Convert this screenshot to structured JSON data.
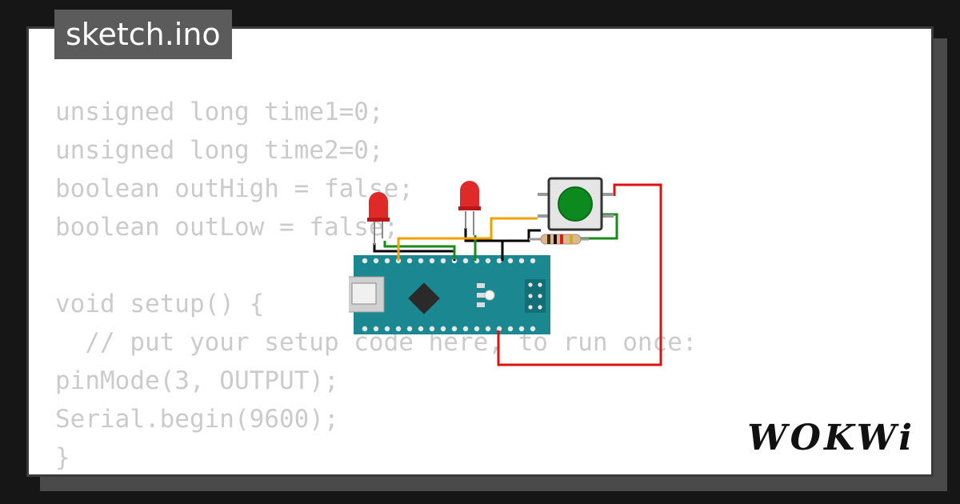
{
  "file_tab": {
    "label": "sketch.ino"
  },
  "code": {
    "lines": [
      "unsigned long time1=0;",
      "unsigned long time2=0;",
      "boolean outHigh = false;",
      "boolean outLow = false;",
      "",
      "void setup() {",
      "  // put your setup code here, to run once:",
      "pinMode(3, OUTPUT);",
      "Serial.begin(9600);",
      "}"
    ]
  },
  "brand": {
    "logo_text": "WOKWi"
  },
  "colors": {
    "board": "#1b8790",
    "led": "#e02a2a",
    "button_cap": "#0d8a1f",
    "wire_red": "#e01010",
    "wire_green": "#1a8a1a",
    "wire_orange": "#f0a000",
    "wire_black": "#000000"
  }
}
